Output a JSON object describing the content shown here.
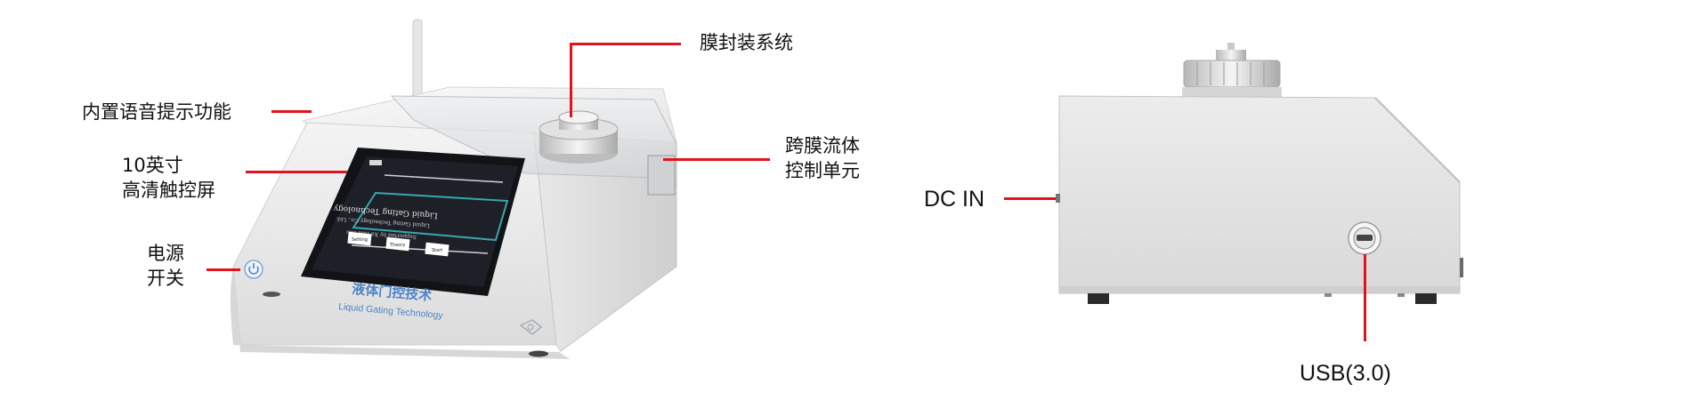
{
  "callouts": {
    "voice_prompt": "内置语音提示功能",
    "touchscreen_line1": "10英寸",
    "touchscreen_line2": "高清触控屏",
    "power_line1": "电源",
    "power_line2": "开关",
    "membrane_seal": "膜封装系统",
    "transmembrane_line1": "跨膜流体",
    "transmembrane_line2": "控制单元",
    "dc_in": "DC IN",
    "usb": "USB(3.0)"
  },
  "device": {
    "brand_cn": "液体门控技术",
    "brand_en": "Liquid Gating Technology",
    "screen": {
      "title": "Liquid Gating Technology",
      "subtitle": "Liquid Gating Technology Co., Ltd.",
      "supported": "Supported by Xu Hou Lab",
      "buttons": [
        "Setting",
        "Theory",
        "Start"
      ]
    }
  },
  "colors": {
    "leader_red": "#e3121c",
    "device_white": "#f2f2f2",
    "screen_dark": "#1b1d22",
    "accent_teal": "#3aa6b0",
    "brand_blue": "#4d84c6"
  }
}
